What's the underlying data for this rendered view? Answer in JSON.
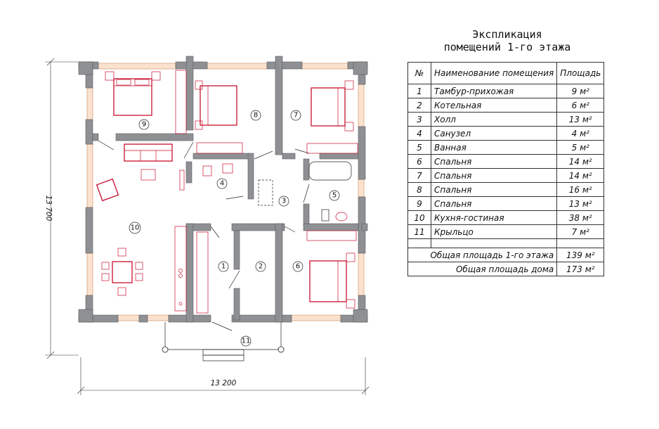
{
  "table": {
    "title_line1": "Экспликация",
    "title_line2": "помещений 1-го этажа",
    "headers": {
      "num": "№",
      "name": "Наименование помещения",
      "area": "Площадь"
    },
    "rows": [
      {
        "num": "1",
        "name": "Тамбур-прихожая",
        "area": "9 м²"
      },
      {
        "num": "2",
        "name": "Котельная",
        "area": "6 м²"
      },
      {
        "num": "3",
        "name": "Холл",
        "area": "13 м²"
      },
      {
        "num": "4",
        "name": "Санузел",
        "area": "4 м²"
      },
      {
        "num": "5",
        "name": "Ванная",
        "area": "5 м²"
      },
      {
        "num": "6",
        "name": "Спальня",
        "area": "14 м²"
      },
      {
        "num": "7",
        "name": "Спальня",
        "area": "14 м²"
      },
      {
        "num": "8",
        "name": "Спальня",
        "area": "16 м²"
      },
      {
        "num": "9",
        "name": "Спальня",
        "area": "13 м²"
      },
      {
        "num": "10",
        "name": "Кухня-гостиная",
        "area": "38 м²"
      },
      {
        "num": "11",
        "name": "Крыльцо",
        "area": "7 м²"
      }
    ],
    "total_floor": {
      "label": "Общая площадь 1-го этажа",
      "value": "139 м²"
    },
    "total_house": {
      "label": "Общая площадь дома",
      "value": "173 м²"
    }
  },
  "plan": {
    "dimension_width": "13 200",
    "dimension_height": "13 700",
    "room_labels": [
      "1",
      "2",
      "3",
      "4",
      "5",
      "6",
      "7",
      "8",
      "9",
      "10",
      "11"
    ]
  },
  "colors": {
    "wall": "#8e9093",
    "furniture": "#c8102e",
    "window": "#fbe2cf",
    "line": "#222222"
  }
}
